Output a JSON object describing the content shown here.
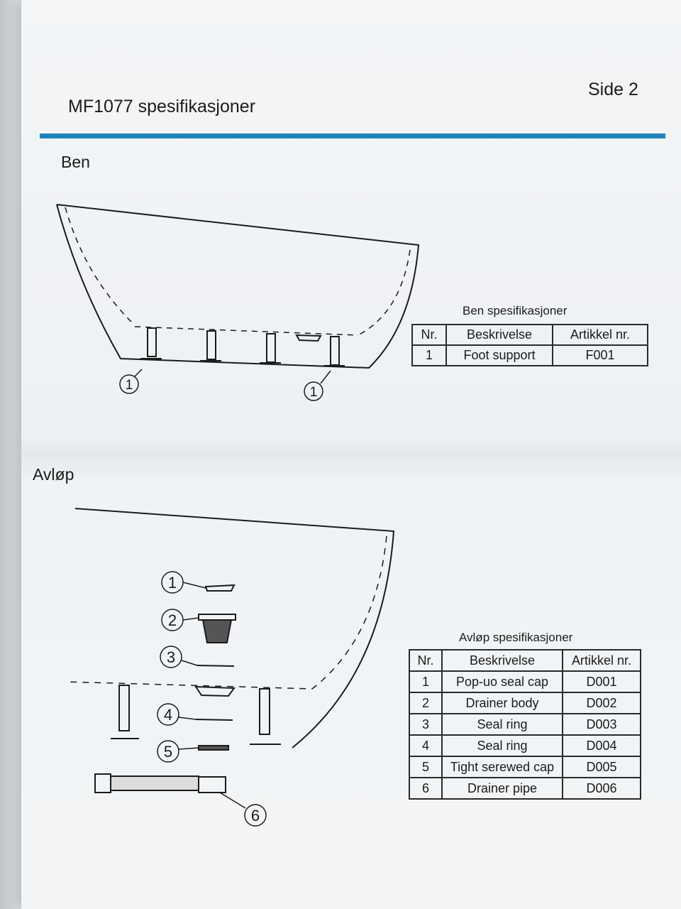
{
  "page_label": "Side 2",
  "doc_title": "MF1077 spesifikasjoner",
  "colors": {
    "accent_rule": "#1e84b8",
    "ink": "#1b1b1b",
    "paper": "#f2f4f6"
  },
  "ben": {
    "heading": "Ben",
    "table_caption": "Ben spesifikasjoner",
    "headers": [
      "Nr.",
      "Beskrivelse",
      "Artikkel nr."
    ],
    "rows": [
      [
        "1",
        "Foot support",
        "F001"
      ]
    ],
    "callouts": [
      "1",
      "1"
    ]
  },
  "avlop": {
    "heading": "Avløp",
    "table_caption": "Avløp spesifikasjoner",
    "headers": [
      "Nr.",
      "Beskrivelse",
      "Artikkel nr."
    ],
    "rows": [
      [
        "1",
        "Pop-uo seal cap",
        "D001"
      ],
      [
        "2",
        "Drainer body",
        "D002"
      ],
      [
        "3",
        "Seal ring",
        "D003"
      ],
      [
        "4",
        "Seal ring",
        "D004"
      ],
      [
        "5",
        "Tight serewed cap",
        "D005"
      ],
      [
        "6",
        "Drainer pipe",
        "D006"
      ]
    ],
    "callouts": [
      "1",
      "2",
      "3",
      "4",
      "5",
      "6"
    ]
  }
}
